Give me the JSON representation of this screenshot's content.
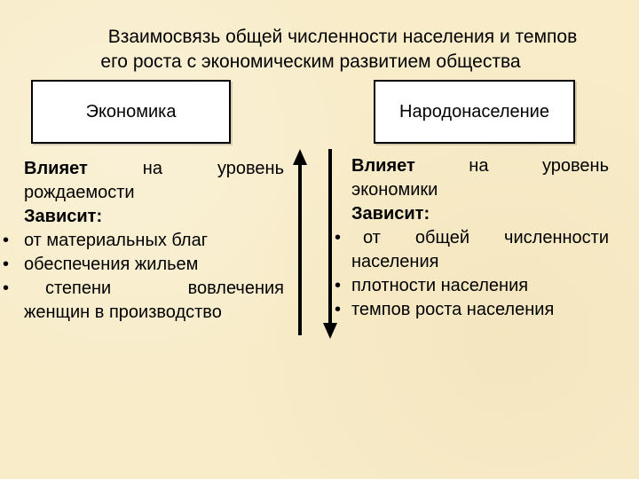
{
  "title": {
    "line1": "Взаимосвязь общей численности населения и темпов",
    "line2": "его роста с экономическим развитием общества"
  },
  "boxes": {
    "left": "Экономика",
    "right": "Народонаселение"
  },
  "left_column": {
    "influence_word": "Влияет",
    "influence_na": "на",
    "influence_level": "уровень",
    "influence_object": "рождаемости",
    "depends_label": "Зависит:",
    "items": [
      "от материальных благ",
      "обеспечения жильем",
      "степени вовлечения",
      "женщин в производство"
    ]
  },
  "right_column": {
    "influence_word": "Влияет",
    "influence_na": "на",
    "influence_level": "уровень",
    "influence_object": "экономики",
    "depends_label": "Зависит:",
    "items": [
      "от общей численности",
      "населения",
      "плотности населения",
      "темпов роста населения"
    ]
  },
  "bullet_glyph": "•",
  "colors": {
    "background": "#f8ecc9",
    "box_fill": "#ffffff",
    "ink": "#000000"
  },
  "icons": {
    "up_arrow": "arrow-up-icon",
    "down_arrow": "arrow-down-icon"
  }
}
